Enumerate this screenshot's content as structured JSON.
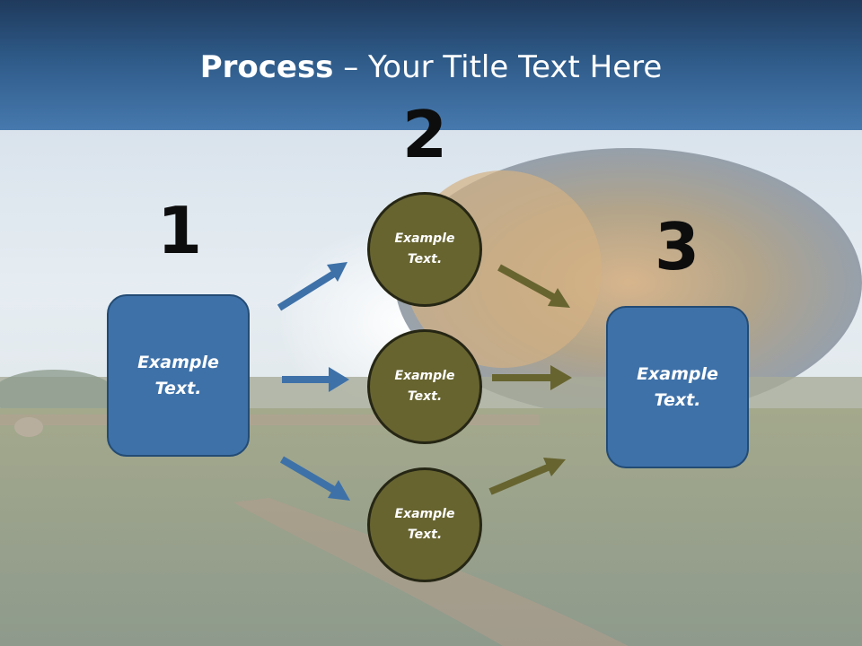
{
  "title": {
    "bold": "Process",
    "rest": " – Your Title Text Here"
  },
  "steps": {
    "one": "1",
    "two": "2",
    "three": "3"
  },
  "left_box": {
    "text": "Example Text."
  },
  "middle_circles": [
    {
      "text": "Example Text."
    },
    {
      "text": "Example Text."
    },
    {
      "text": "Example Text."
    }
  ],
  "right_box": {
    "text": "Example Text."
  },
  "colors": {
    "blue": "#3e71a8",
    "olive": "#676430",
    "header": "#2e5a88"
  }
}
